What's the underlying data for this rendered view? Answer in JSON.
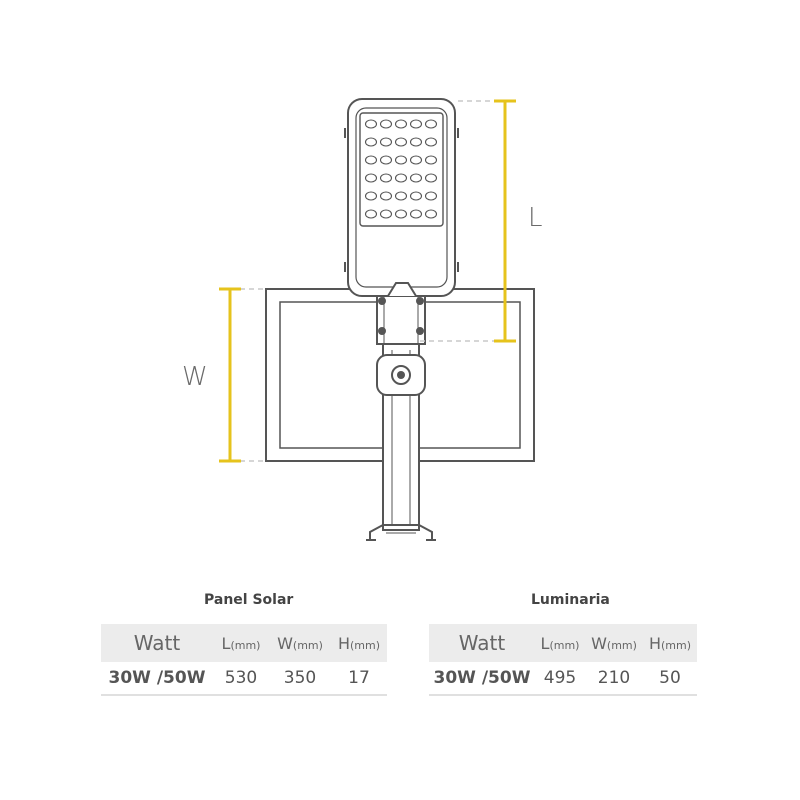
{
  "diagram": {
    "label_L": "L",
    "label_W": "W",
    "accent_color": "#e6c31c",
    "line_color": "#555555"
  },
  "tables": [
    {
      "title": "Panel Solar",
      "headers": {
        "watt": "Watt",
        "l": "L",
        "w": "W",
        "h": "H",
        "unit": "(mm)"
      },
      "row": {
        "watt": "30W /50W",
        "l": "530",
        "w": "350",
        "h": "17"
      }
    },
    {
      "title": "Luminaria",
      "headers": {
        "watt": "Watt",
        "l": "L",
        "w": "W",
        "h": "H",
        "unit": "(mm)"
      },
      "row": {
        "watt": "30W /50W",
        "l": "495",
        "w": "210",
        "h": "50"
      }
    }
  ]
}
